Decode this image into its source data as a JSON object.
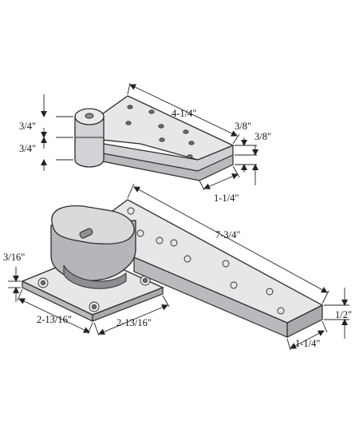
{
  "colors": {
    "metal_light": "#e6e7e9",
    "metal_top": "#d9dadc",
    "metal_side": "#b9babd",
    "metal_dark": "#8d8e92",
    "outline": "#2b2b2b",
    "hole": "#6e6f73",
    "dim_line": "#222222"
  },
  "top_pivot": {
    "dims": {
      "length": "4-1/4\"",
      "thickness_upper": "3/8\"",
      "thickness_lower": "3/8\"",
      "width": "1-1/4\"",
      "hub_upper": "3/4\"",
      "hub_lower": "3/4\""
    }
  },
  "bottom_pivot": {
    "dims": {
      "arm_length": "7-3/4\"",
      "arm_thickness": "1/2\"",
      "arm_width": "1-1/4\"",
      "plate_thickness": "3/16\"",
      "plate_left_width": "2-13/16\"",
      "plate_right_width": "2-13/16\""
    }
  }
}
